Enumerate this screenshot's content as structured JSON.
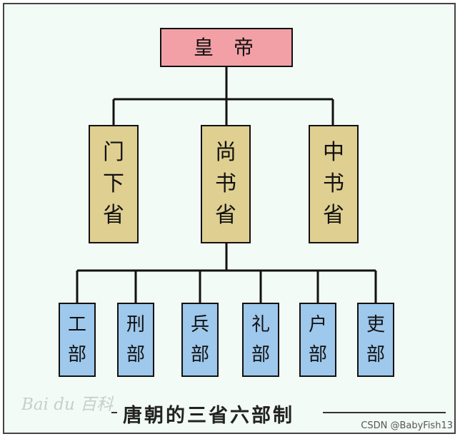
{
  "emperor": {
    "line1": "皇",
    "line2": "帝"
  },
  "provinces": [
    {
      "chars": [
        "门",
        "下",
        "省"
      ]
    },
    {
      "chars": [
        "尚",
        "书",
        "省"
      ]
    },
    {
      "chars": [
        "中",
        "书",
        "省"
      ]
    }
  ],
  "ministries": [
    {
      "chars": [
        "工",
        "部"
      ]
    },
    {
      "chars": [
        "刑",
        "部"
      ]
    },
    {
      "chars": [
        "兵",
        "部"
      ]
    },
    {
      "chars": [
        "礼",
        "部"
      ]
    },
    {
      "chars": [
        "户",
        "部"
      ]
    },
    {
      "chars": [
        "吏",
        "部"
      ]
    }
  ],
  "caption": "唐朝的三省六部制",
  "watermark": {
    "logo": "Bai du 百科",
    "credit": "CSDN @BabyFish13"
  },
  "colors": {
    "emperor": "#f2a0a6",
    "province": "#dfcf91",
    "ministry": "#9ec8ec",
    "background": "#f3fbf6"
  }
}
